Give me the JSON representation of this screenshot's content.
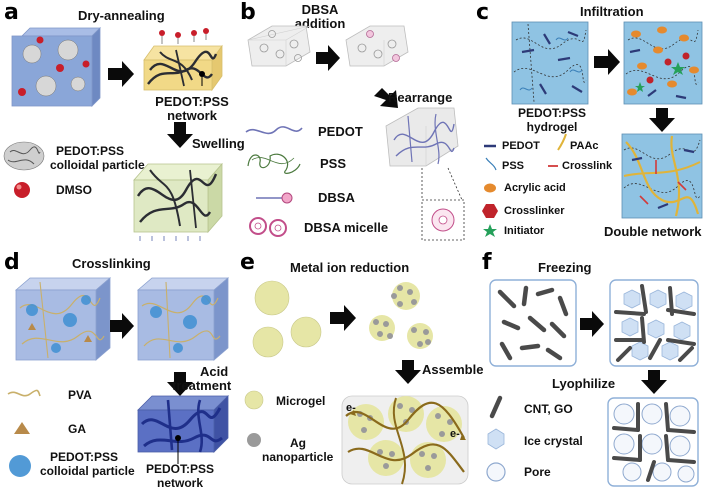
{
  "panels": {
    "a": {
      "label": "a",
      "title": "Dry-annealing",
      "network_label_1": "PEDOT:PSS",
      "network_label_2": "network",
      "step_label": "Swelling",
      "legend": [
        {
          "text_1": "PEDOT:PSS",
          "text_2": "colloidal particle",
          "icon": "colloidal-particle-icon"
        },
        {
          "text_1": "DMSO",
          "icon": "dmso-sphere-icon"
        }
      ]
    },
    "b": {
      "label": "b",
      "title_1": "DBSA",
      "title_2": "addition",
      "step_label": "Rearrange",
      "legend": [
        {
          "text": "PEDOT",
          "icon": "pedot-chain-icon"
        },
        {
          "text": "PSS",
          "icon": "pss-chain-icon"
        },
        {
          "text": "DBSA",
          "icon": "dbsa-molecule-icon"
        },
        {
          "text": "DBSA micelle",
          "icon": "dbsa-micelle-icon"
        }
      ]
    },
    "c": {
      "label": "c",
      "title": "Infiltration",
      "hydrogel_label_1": "PEDOT:PSS",
      "hydrogel_label_2": "hydrogel",
      "result_label": "Double network",
      "legend": [
        {
          "text": "PEDOT",
          "icon": "pedot-bar-icon"
        },
        {
          "text": "PAAc",
          "icon": "paac-chain-icon"
        },
        {
          "text": "PSS",
          "icon": "pss-curve-icon"
        },
        {
          "text": "Crosslink",
          "icon": "crosslink-line-icon"
        },
        {
          "text": "Acrylic acid",
          "icon": "acrylic-acid-icon"
        },
        {
          "text": "Crosslinker",
          "icon": "crosslinker-hexagon-icon"
        },
        {
          "text": "Initiator",
          "icon": "initiator-star-icon"
        }
      ]
    },
    "d": {
      "label": "d",
      "title": "Crosslinking",
      "step_label_1": "Acid",
      "step_label_2": "treatment",
      "network_label_1": "PEDOT:PSS",
      "network_label_2": "network",
      "legend": [
        {
          "text_1": "PVA",
          "icon": "pva-chain-icon"
        },
        {
          "text_1": "GA",
          "icon": "ga-triangle-icon"
        },
        {
          "text_1": "PEDOT:PSS",
          "text_2": "colloidal particle",
          "icon": "colloidal-particle-icon"
        }
      ]
    },
    "e": {
      "label": "e",
      "title": "Metal ion reduction",
      "step_label": "Assemble",
      "electron_label": "e-",
      "legend": [
        {
          "text_1": "Microgel",
          "icon": "microgel-sphere-icon"
        },
        {
          "text_1": "Ag",
          "text_2": "nanoparticle",
          "icon": "ag-nanoparticle-icon"
        }
      ]
    },
    "f": {
      "label": "f",
      "title": "Freezing",
      "step_label": "Lyophilize",
      "legend": [
        {
          "text": "CNT, GO",
          "icon": "cnt-go-rod-icon"
        },
        {
          "text": "Ice crystal",
          "icon": "ice-crystal-icon"
        },
        {
          "text": "Pore",
          "icon": "pore-circle-icon"
        }
      ]
    }
  },
  "colors": {
    "arrow": "#0a0a0a",
    "cube_blue": "#8aa6d8",
    "hydrogel_blue": "#8fc3e3",
    "network_dark": "#2b2d33",
    "yellow_slab": "#f1d987",
    "pale_green": "#dfe9c4",
    "microgel": "#e6e6a6",
    "ag_gray": "#9a9a9a",
    "pedot_navy": "#2d3a78",
    "paac_gold": "#e0b43a",
    "crosslink_red": "#d23a3a",
    "acrylic_orange": "#e58a2e",
    "crosslinker_red": "#c0232b",
    "initiator_green": "#25a05a",
    "dmso_red": "#c81e2a",
    "pva_tan": "#c9b06b",
    "ga_brown": "#b88a4a",
    "colloid_blue": "#3f8fd2",
    "ice_blue": "#cfe0f4"
  }
}
